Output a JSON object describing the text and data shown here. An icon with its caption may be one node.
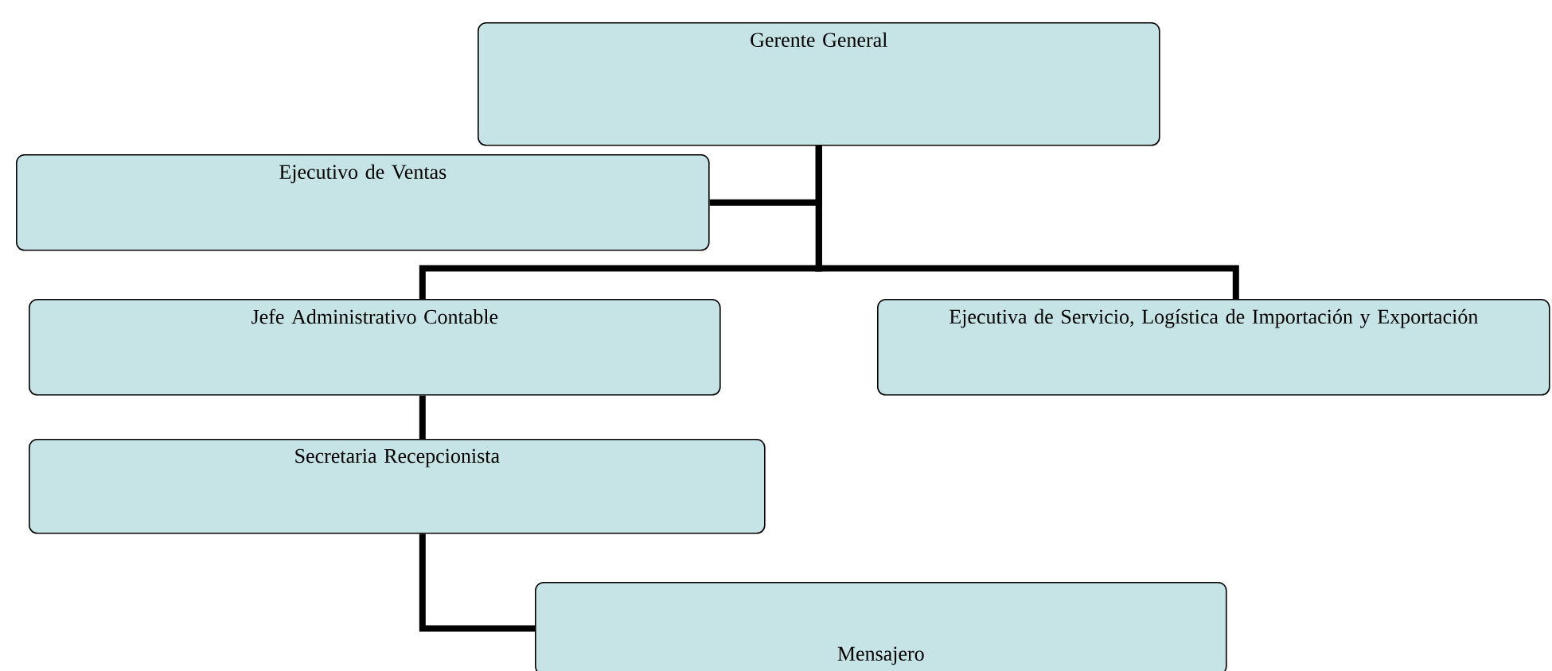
{
  "diagram": {
    "nodes": [
      {
        "text": [
          "Gerente General"
        ]
      },
      {
        "text": [
          "Ejecutivo de Ventas"
        ]
      },
      {
        "text": [
          "Jefe Administrativo Contable"
        ]
      },
      {
        "text": [
          "Ejecutiva de Servicio, Logística de Importación y Exportación"
        ]
      },
      {
        "text": [
          "Secretaria Recepcionista"
        ]
      },
      {
        "text": [
          "Mensajero"
        ]
      }
    ],
    "edges": [
      {
        "from": 0,
        "to": 1,
        "arrow": "none"
      },
      {
        "from": 0,
        "to": 2,
        "arrow": "none"
      },
      {
        "from": 0,
        "to": 3,
        "arrow": "none"
      },
      {
        "from": 2,
        "to": 4,
        "arrow": "none"
      },
      {
        "from": 4,
        "to": 5,
        "arrow": "none"
      }
    ]
  }
}
